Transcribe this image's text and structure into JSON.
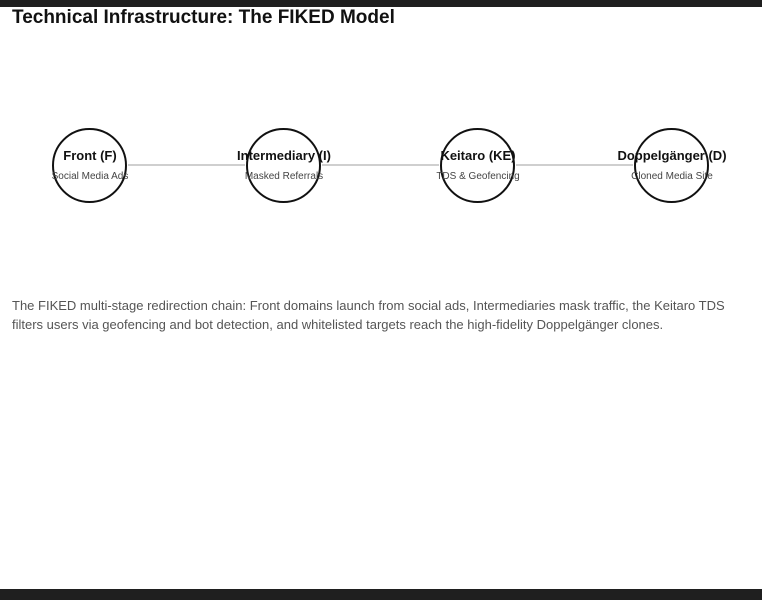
{
  "title": "Technical Infrastructure: The FIKED Model",
  "nodes": [
    {
      "label": "Front (F)",
      "sublabel": "Social Media Ads"
    },
    {
      "label": "Intermediary (I)",
      "sublabel": "Masked Referrals"
    },
    {
      "label": "Keitaro (KE)",
      "sublabel": "TDS & Geofencing"
    },
    {
      "label": "Doppelgänger (D)",
      "sublabel": "Cloned Media Site"
    }
  ],
  "caption": "The FIKED multi-stage redirection chain: Front domains launch from social ads, Intermediaries mask traffic, the Keitaro TDS filters users via geofencing and bot detection, and whitelisted targets reach the high-fidelity Doppelgänger clones.",
  "colors": {
    "bars": "#1f1f1f",
    "node_border": "#111111",
    "connector": "#cfcfcf",
    "caption_text": "#555555"
  }
}
